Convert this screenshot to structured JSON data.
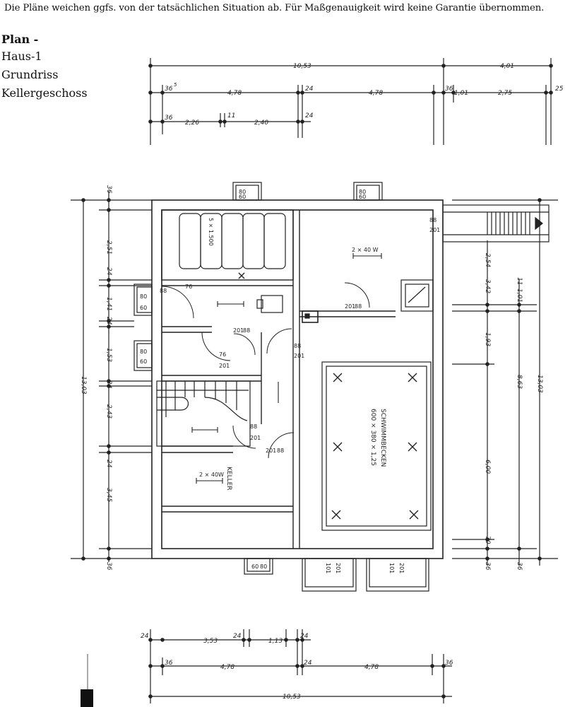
{
  "disclaimer": "Die Pläne weichen ggfs. von der tatsächlichen Situation ab. Für Maßgenauigkeit wird keine Garantie übernommen.",
  "labels": {
    "plan": "Plan -",
    "house": "Haus-1",
    "type": "Grundriss",
    "floor": "Kellergeschoss"
  },
  "dimensions": {
    "top_total": "10,53",
    "top_right": "4,01",
    "top_row2": [
      "36",
      "4,78",
      "24",
      "4,78",
      "36",
      "1,01",
      "2,75",
      "25"
    ],
    "top_row3": [
      "36",
      "2,26",
      "11",
      "2,40",
      "24"
    ],
    "left_total": "13,03",
    "left_segments": [
      "36",
      "2,51",
      "24",
      "1,41",
      "24",
      "1,53",
      "24",
      "2,43",
      "24",
      "3,45",
      "36"
    ],
    "right_total": "13,03",
    "right_col1": [
      "2,54",
      "3,42",
      "1,93",
      "6,00",
      "70",
      "36"
    ],
    "right_col2": [
      "11",
      "1,01",
      "8,63",
      "36"
    ],
    "bottom_row1": [
      "24",
      "3,53",
      "24",
      "1,13",
      "24"
    ],
    "bottom_row2": [
      "36",
      "4,78",
      "24",
      "4,78",
      "36"
    ],
    "bottom_total": "10,53",
    "superscript": "5"
  },
  "rooms": {
    "storage": "5 × 1.500",
    "lamp_2x40": "2 × 40 W",
    "pool_name": "SCHWIMMBECKEN",
    "pool_size": "600 × 380 × 1,25",
    "cellar": "KELLER",
    "cellar_lamp": "2 × 40W"
  },
  "openings": {
    "window_80": "80",
    "window_60": "60",
    "door_88": "88",
    "door_201": "201",
    "door_76": "76",
    "door_101": "101"
  }
}
